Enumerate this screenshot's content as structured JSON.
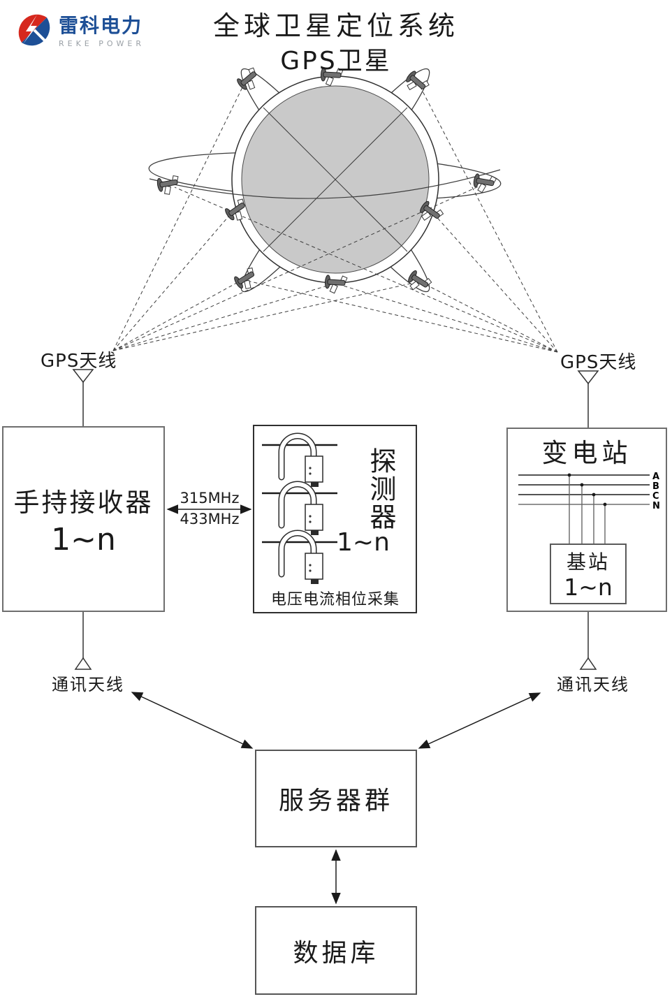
{
  "logo": {
    "name": "雷科电力",
    "subtitle": "REKE POWER"
  },
  "header": {
    "title": "全球卫星定位系统",
    "subtitle": "GPS卫星"
  },
  "antennas": {
    "gps_left": "GPS天线",
    "gps_right": "GPS天线",
    "comm_left": "通讯天线",
    "comm_right": "通讯天线"
  },
  "link": {
    "freq_up": "315MHz",
    "freq_down": "433MHz"
  },
  "boxes": {
    "handheld": {
      "title": "手持接收器",
      "range": "1~n"
    },
    "detector": {
      "title": "探测器",
      "range": "1~n",
      "caption": "电压电流相位采集"
    },
    "substation": {
      "title": "变电站",
      "phases": [
        "A",
        "B",
        "C",
        "N"
      ],
      "base": {
        "title": "基站",
        "range": "1~n"
      }
    },
    "servers": {
      "title": "服务器群"
    },
    "database": {
      "title": "数据库"
    }
  },
  "colors": {
    "logo_red": "#d6281e",
    "logo_blue": "#1d4f96",
    "line_dark": "#2f2f2f",
    "globe_fill": "#c9c9c9"
  }
}
